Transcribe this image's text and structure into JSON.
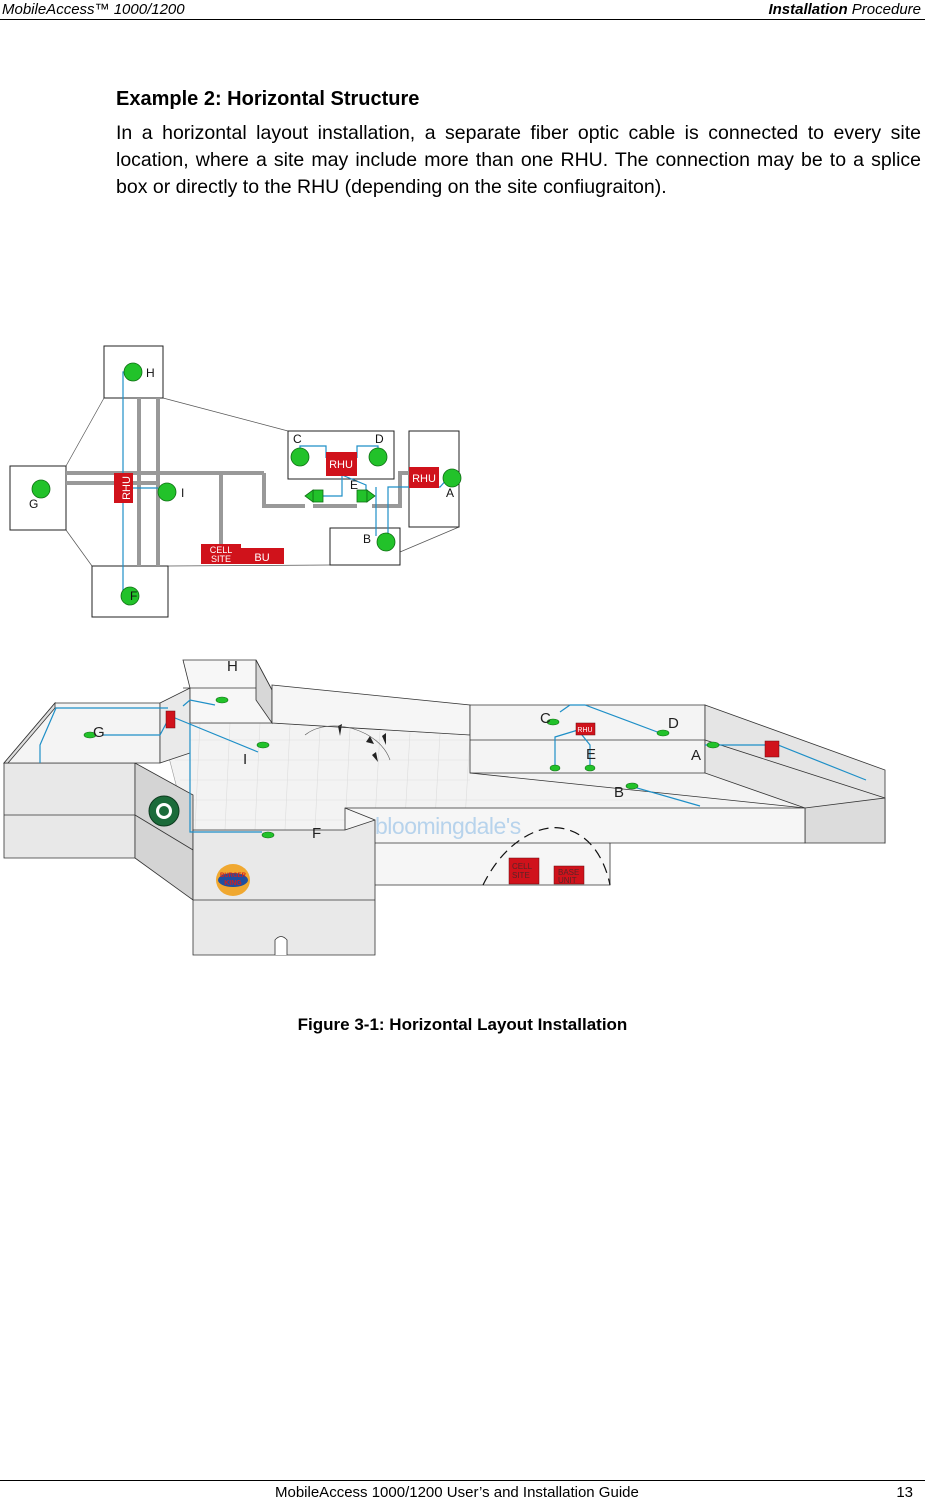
{
  "header": {
    "product": "MobileAccess™  1000/1200",
    "section_bold": "Installation",
    "section_rest": " Procedure"
  },
  "content": {
    "title": "Example 2: Horizontal Structure",
    "paragraph": "In a horizontal layout installation, a separate fiber optic cable is connected to every site location, where a site may include more than one RHU.  The connection may be to a splice box or directly to the RHU (depending on the site confiugraiton)."
  },
  "diagram_top": {
    "labels": {
      "H": "H",
      "G": "G",
      "F": "F",
      "I": "I",
      "C": "C",
      "D": "D",
      "E": "E",
      "A": "A",
      "B": "B",
      "rhu_left": "RHU",
      "rhu_center": "RHU",
      "rhu_right": "RHU",
      "cell_site_1": "CELL",
      "cell_site_2": "SITE",
      "bu": "BU"
    },
    "colors": {
      "antenna": "#22c22a",
      "rhu": "#d0121b",
      "fiber": "#1e8fc7",
      "trunk": "#999999"
    }
  },
  "diagram_mall": {
    "labels": {
      "H": "H",
      "G": "G",
      "I": "I",
      "F": "F",
      "C": "C",
      "D": "D",
      "E": "E",
      "A": "A",
      "B": "B",
      "rhu": "RHU",
      "brand": "bloomingdale's",
      "cell_site_1": "CELL",
      "cell_site_2": "SITE",
      "base_unit_1": "BASE",
      "base_unit_2": "UNIT",
      "burger_1": "BURGER",
      "burger_2": "KING"
    }
  },
  "figure": {
    "caption": "Figure 3-1: Horizontal Layout Installation"
  },
  "footer": {
    "guide": "MobileAccess 1000/1200 User’s and Installation Guide",
    "page": "13"
  }
}
